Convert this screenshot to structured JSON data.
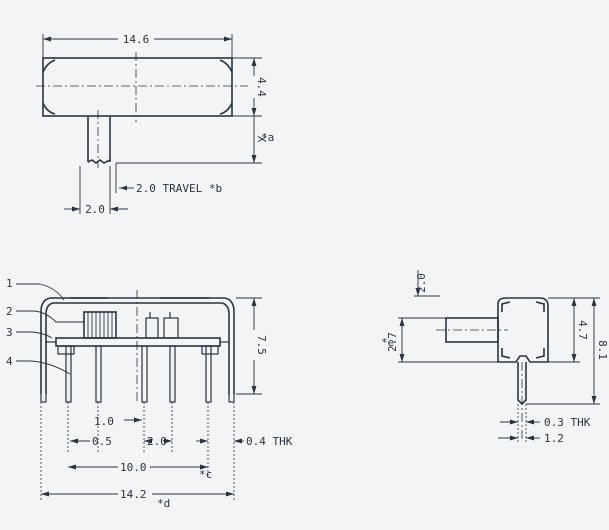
{
  "top_view": {
    "length": "14.6",
    "height": "4.4",
    "x_label": "X",
    "x_note": "*a",
    "travel": "2.0 TRAVEL *b",
    "stem_width": "2.0"
  },
  "front_view": {
    "callouts": [
      "1",
      "2",
      "3",
      "4"
    ],
    "height": "7.5",
    "pin_gap": "1.0",
    "pin_offset": "0.5",
    "pitch": "2.0",
    "thickness": "0.4 THK",
    "span": "10.0",
    "span_note": "*c",
    "overall": "14.2",
    "overall_note": "*d"
  },
  "side_view": {
    "stem_width": "2.0",
    "offset_note": "*e",
    "offset": "2.7",
    "body_height": "4.7",
    "total_height": "8.1",
    "lead_thickness": "0.3 THK",
    "lead_offset": "1.2"
  }
}
